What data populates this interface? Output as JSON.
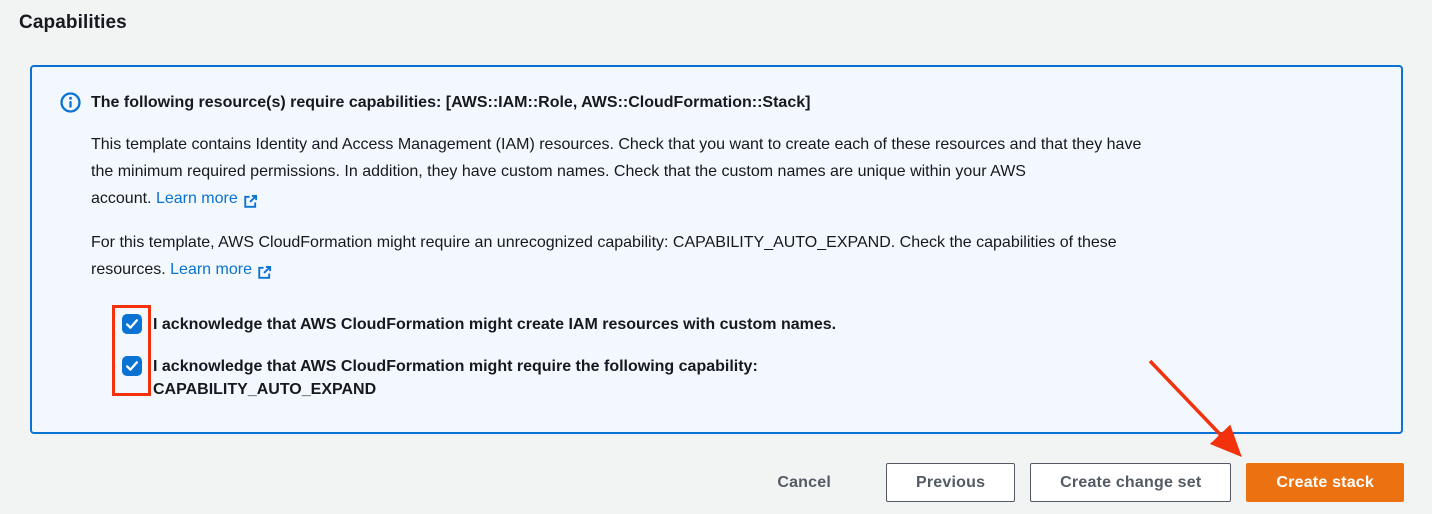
{
  "page": {
    "title": "Capabilities"
  },
  "colors": {
    "page_bg": "#f2f3f3",
    "alert_bg": "#f2f8fd",
    "accent_blue": "#0972d3",
    "text": "#16191f",
    "button_gray": "#545b64",
    "primary_orange": "#ec7211",
    "annotation_red": "#f3310d"
  },
  "icons": {
    "info": "info-circle-icon",
    "external_link": "external-link-icon",
    "checkmark": "checkmark-icon",
    "arrow_annotation": "red-arrow-annotation"
  },
  "alert": {
    "title": "The following resource(s) require capabilities: [AWS::IAM::Role, AWS::CloudFormation::Stack]",
    "messages": [
      {
        "lines": [
          "This template contains Identity and Access Management (IAM) resources. Check that you want to create each of these resources and that they have",
          "the minimum required permissions. In addition, they have custom names. Check that the custom names are unique within your AWS",
          "account."
        ],
        "link_label": "Learn more"
      },
      {
        "lines": [
          "For this template, AWS CloudFormation might require an unrecognized capability: CAPABILITY_AUTO_EXPAND. Check the capabilities of these",
          "resources."
        ],
        "link_label": "Learn more"
      }
    ],
    "checkboxes": [
      {
        "checked": true,
        "label": "I acknowledge that AWS CloudFormation might create IAM resources with custom names.",
        "label_line2": ""
      },
      {
        "checked": true,
        "label": "I acknowledge that AWS CloudFormation might require the following capability:",
        "label_line2": "CAPABILITY_AUTO_EXPAND"
      }
    ]
  },
  "footer": {
    "cancel_label": "Cancel",
    "previous_label": "Previous",
    "create_change_set_label": "Create change set",
    "create_stack_label": "Create stack"
  }
}
